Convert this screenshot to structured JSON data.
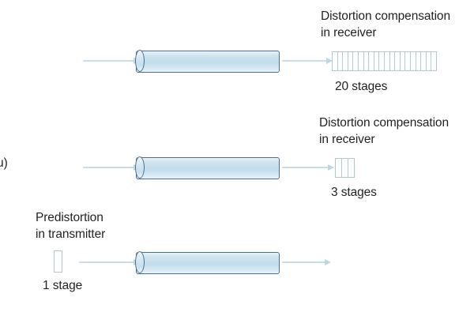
{
  "figure": {
    "title": "",
    "background_color": "#ffffff",
    "fiber_fill_color": "#c8e0ed",
    "fiber_border_color": "#4a6f96",
    "arrow_color": "#c8dfe9",
    "stage_border_color": "#b6c7cc",
    "text_color": "#231f20"
  },
  "edge_label": {
    "text": "u)"
  },
  "rows": [
    {
      "id": "row-20-stages",
      "heading_line1": "Distortion compensation",
      "heading_line2": "in receiver",
      "caption": "20 stages",
      "stage_count": 20,
      "block_position": "receiver",
      "has_input_arrow": true,
      "has_output_arrow": true
    },
    {
      "id": "row-3-stages",
      "heading_line1": "Distortion compensation",
      "heading_line2": "in receiver",
      "caption": "3 stages",
      "stage_count": 3,
      "block_position": "receiver",
      "has_input_arrow": true,
      "has_output_arrow": true
    },
    {
      "id": "row-1-stage",
      "heading_line1": "Predistortion",
      "heading_line2": "in transmitter",
      "caption": "1 stage",
      "stage_count": 1,
      "block_position": "transmitter",
      "has_input_arrow": true,
      "has_output_arrow": true
    }
  ]
}
